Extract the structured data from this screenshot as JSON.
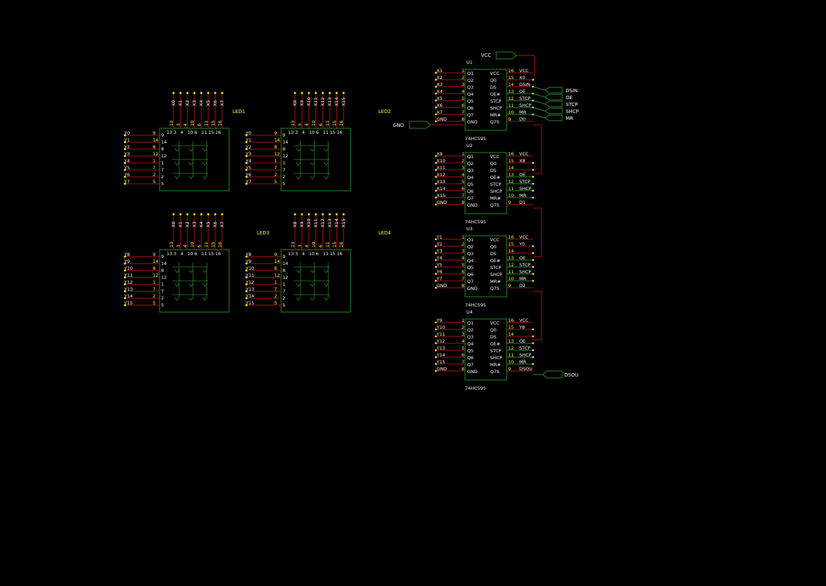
{
  "colors": {
    "background": "#000000",
    "body": "#1e7a1e",
    "wire_red": "#b01515",
    "wire_green": "#2a8a2a",
    "text_white": "#ffffff",
    "text_yellow": "#ffff44",
    "text_designator": "#ffffff",
    "junction": "#ffff00"
  },
  "leds": [
    {
      "id": "LED1",
      "rows": [
        "Y0",
        "Y1",
        "Y2",
        "Y3",
        "Y4",
        "Y5",
        "Y6",
        "Y7"
      ],
      "cols": [
        "X0",
        "X1",
        "X2",
        "X3",
        "X4",
        "X5",
        "X6",
        "X7"
      ]
    },
    {
      "id": "LED2",
      "rows": [
        "Y0",
        "Y1",
        "Y2",
        "Y3",
        "Y4",
        "Y5",
        "Y6",
        "Y7"
      ],
      "cols": [
        "X8",
        "X9",
        "X10",
        "X11",
        "X12",
        "X13",
        "X14",
        "X15"
      ]
    },
    {
      "id": "LED3",
      "rows": [
        "Y8",
        "Y9",
        "Y10",
        "Y11",
        "Y12",
        "Y13",
        "Y14",
        "Y15"
      ],
      "cols": [
        "X0",
        "X1",
        "X2",
        "X3",
        "X4",
        "X5",
        "X6",
        "X7"
      ]
    },
    {
      "id": "LED4",
      "rows": [
        "Y8",
        "Y9",
        "Y10",
        "Y11",
        "Y12",
        "Y13",
        "Y14",
        "Y15"
      ],
      "cols": [
        "X8",
        "X9",
        "X10",
        "X11",
        "X12",
        "X13",
        "X14",
        "X15"
      ]
    }
  ],
  "led_row_pins": [
    "9",
    "14",
    "8",
    "12",
    "1",
    "7",
    "2",
    "5"
  ],
  "led_col_pins": [
    "13",
    "3",
    "4",
    "10",
    "6",
    "11",
    "15",
    "16"
  ],
  "chips": [
    {
      "id": "U1",
      "part": "74HC595",
      "left_nets": [
        "X1",
        "X2",
        "X3",
        "X4",
        "X5",
        "X6",
        "X7",
        "GND"
      ],
      "right_nets": [
        "VCC",
        "X0",
        "DSIN",
        "OE",
        "STCP",
        "SHCP",
        "MR",
        "D0"
      ]
    },
    {
      "id": "U2",
      "part": "74HC595",
      "left_nets": [
        "X9",
        "X10",
        "X11",
        "X12",
        "X13",
        "X14",
        "X15",
        "GND"
      ],
      "right_nets": [
        "VCC",
        "X8",
        "",
        "OE",
        "STCP",
        "SHCP",
        "MR",
        "D1"
      ]
    },
    {
      "id": "U3",
      "part": "74HC595",
      "left_nets": [
        "Y1",
        "Y2",
        "Y3",
        "Y4",
        "Y5",
        "Y6",
        "Y7",
        "GND"
      ],
      "right_nets": [
        "VCC",
        "Y0",
        "",
        "OE",
        "STCP",
        "SHCP",
        "MR",
        "D2"
      ]
    },
    {
      "id": "U4",
      "part": "74HC595",
      "left_nets": [
        "Y9",
        "Y10",
        "Y11",
        "Y12",
        "Y13",
        "Y14",
        "Y15",
        "GND"
      ],
      "right_nets": [
        "VCC",
        "Y8",
        "",
        "OE",
        "STCP",
        "SHCP",
        "MR",
        "DSOU"
      ]
    }
  ],
  "chip_left_pins": {
    "names": [
      "Q1",
      "Q2",
      "Q3",
      "Q4",
      "Q5",
      "Q6",
      "Q7",
      "GND"
    ],
    "numbers": [
      "1",
      "2",
      "3",
      "4",
      "5",
      "6",
      "7",
      "8"
    ]
  },
  "chip_right_pins": {
    "names": [
      "VCC",
      "Q0",
      "DS",
      "OE#",
      "STCP",
      "SHCP",
      "MR#",
      "Q7S"
    ],
    "numbers": [
      "16",
      "15",
      "14",
      "13",
      "12",
      "11",
      "10",
      "9"
    ]
  },
  "power_ports": {
    "vcc": "VCC",
    "gnd": "GND"
  },
  "bus_ports": [
    "DSIN",
    "OE",
    "STCP",
    "SHCP",
    "MR"
  ],
  "output_port": "DSOU"
}
